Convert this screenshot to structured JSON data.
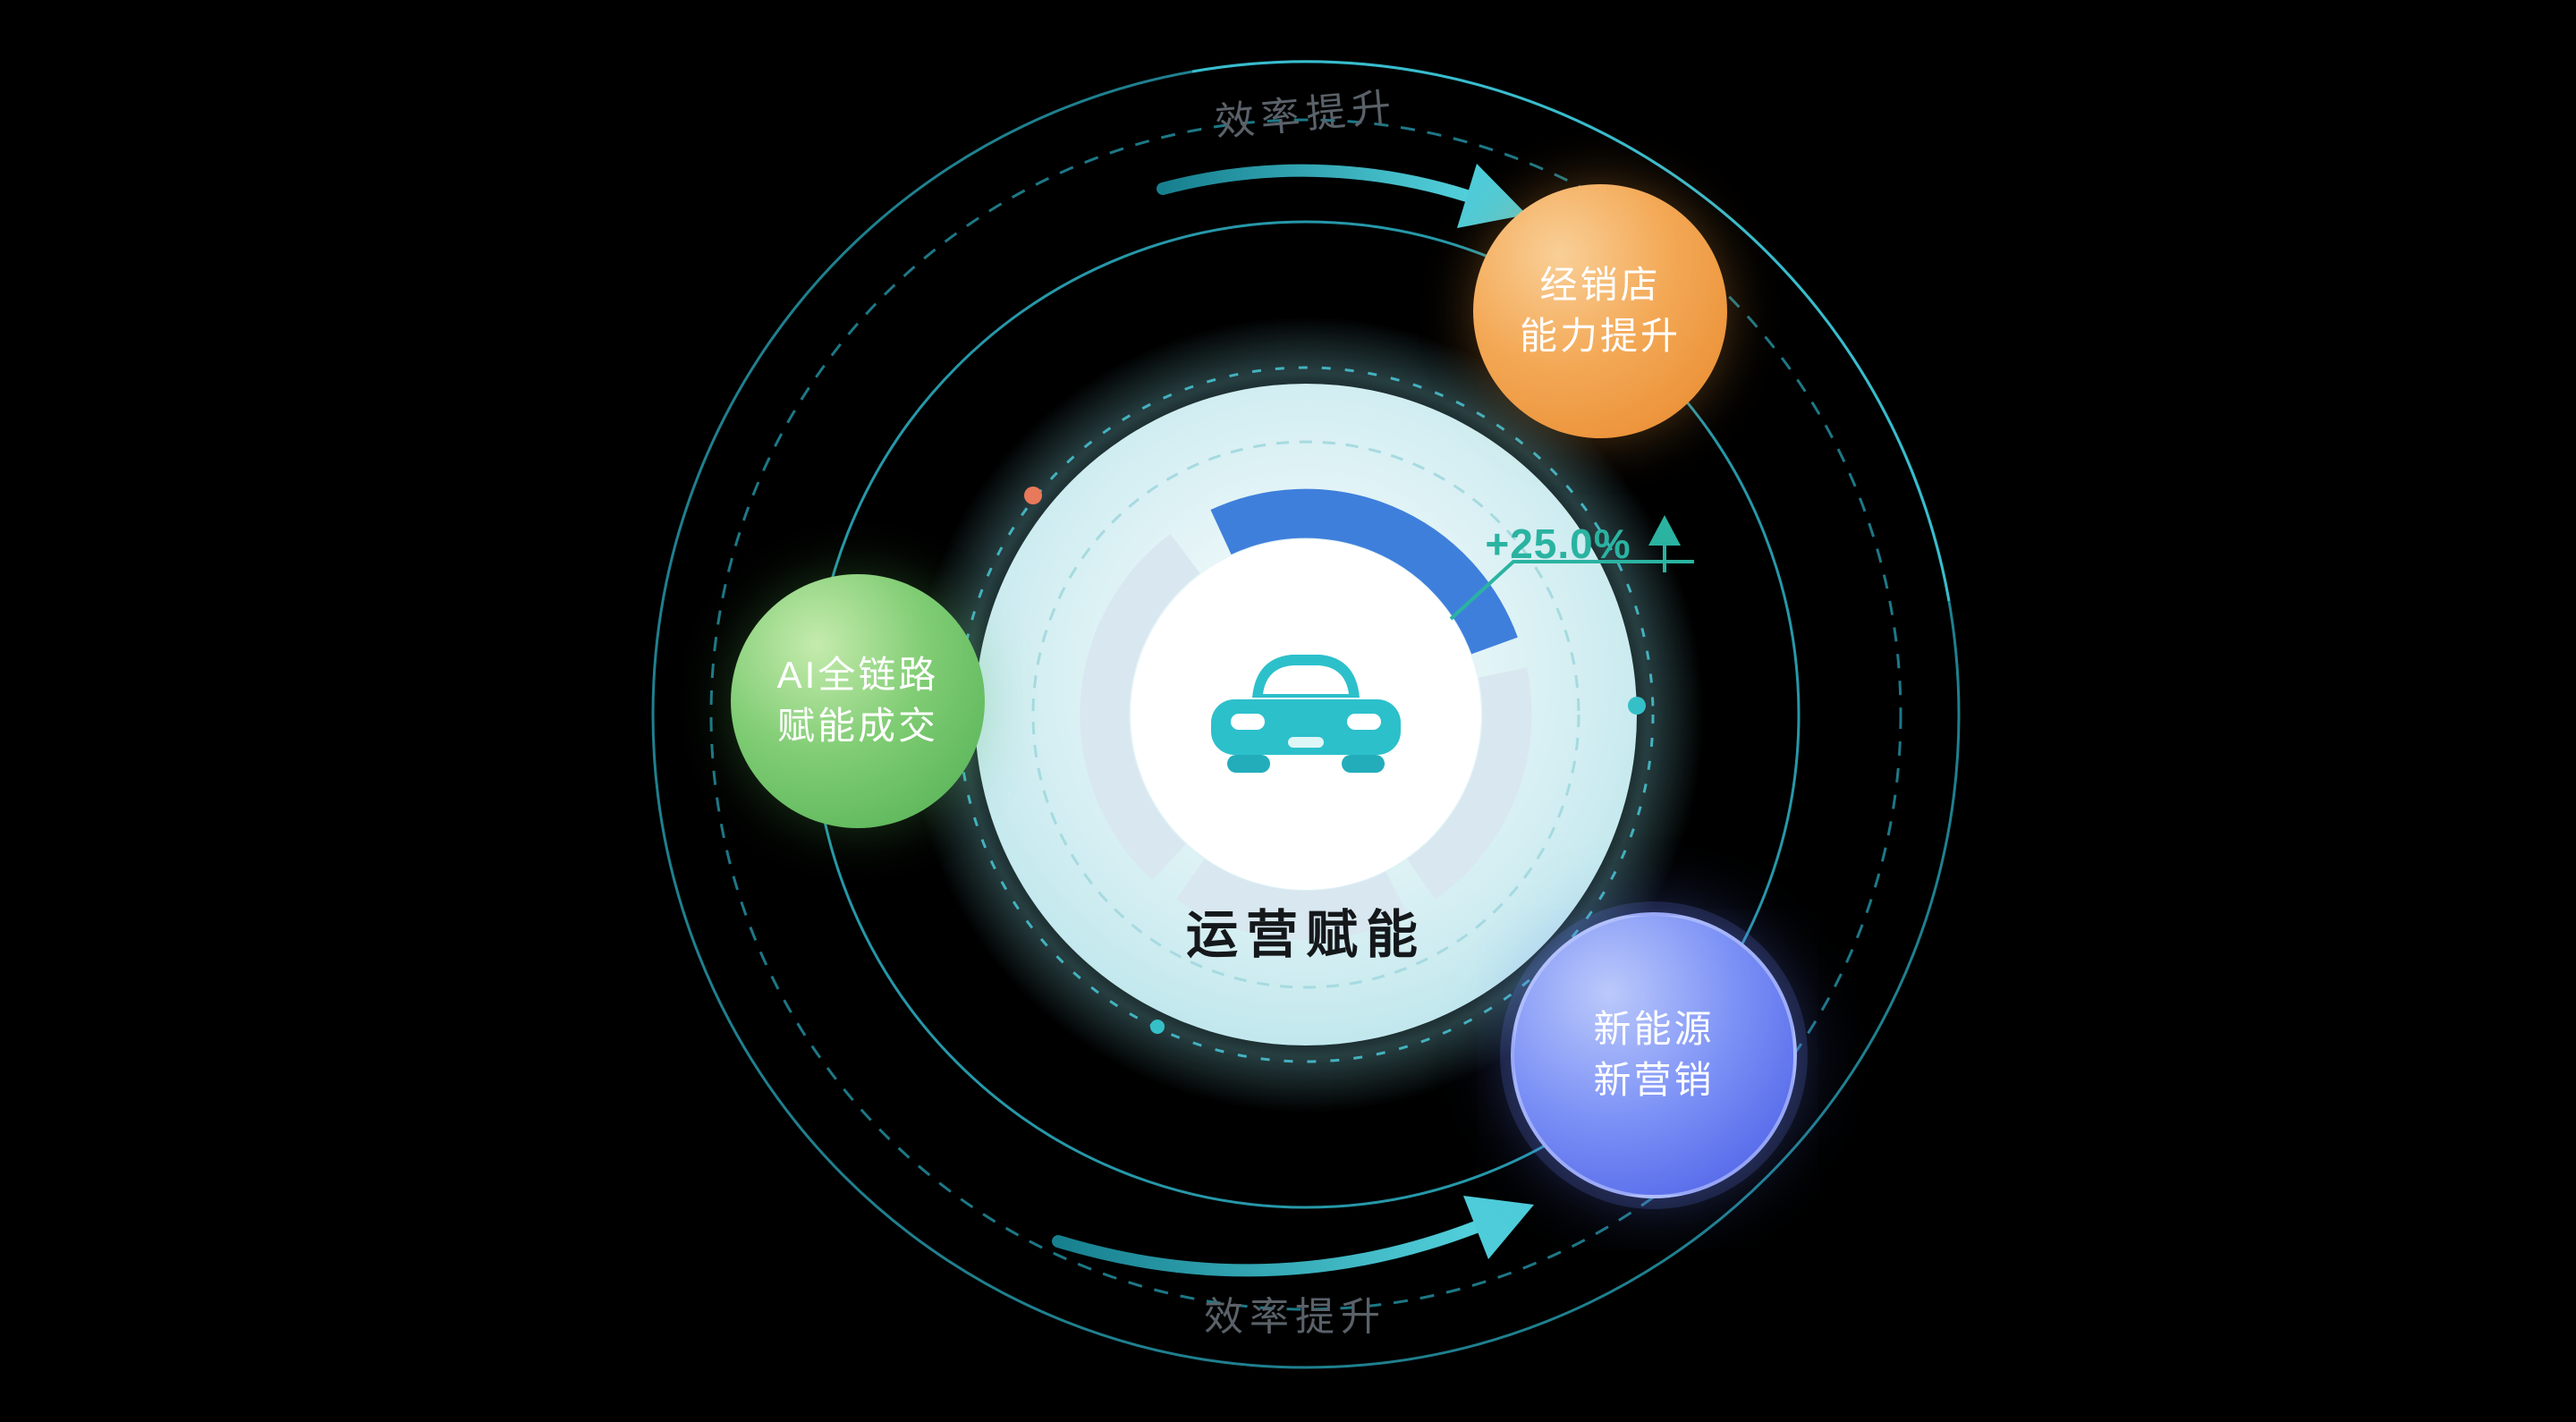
{
  "colors": {
    "background": "#000000",
    "orbit_teal": "#2496A8",
    "orbit_teal_bright": "#2FB9C9",
    "arrow_gradient_start": "#17808F",
    "arrow_gradient_end": "#52D0DB",
    "disc_light": "#E6F5F7",
    "gauge_blue": "#3F7FDC",
    "gauge_track": "#D9E7F0",
    "accent_teal": "#2AB3A1",
    "car_teal": "#2CC0CB",
    "dot_orange": "#E8795A",
    "dot_teal": "#35C0C8",
    "bubble_orange": "#EE9A3F",
    "bubble_green": "#5FBE5F",
    "bubble_blue": "#5A73EE"
  },
  "center": {
    "label": "运营赋能",
    "metric": "+25.0%",
    "icon": "car-icon"
  },
  "orbit_labels": {
    "top": "效率提升",
    "bottom": "效率提升"
  },
  "bubbles": [
    {
      "key": "dealer-capability",
      "line1": "经销店",
      "line2": "能力提升"
    },
    {
      "key": "ai-full-chain-deals",
      "line1": "AI全链路",
      "line2": "赋能成交"
    },
    {
      "key": "new-energy-marketing",
      "line1": "新能源",
      "line2": "新营销"
    }
  ]
}
